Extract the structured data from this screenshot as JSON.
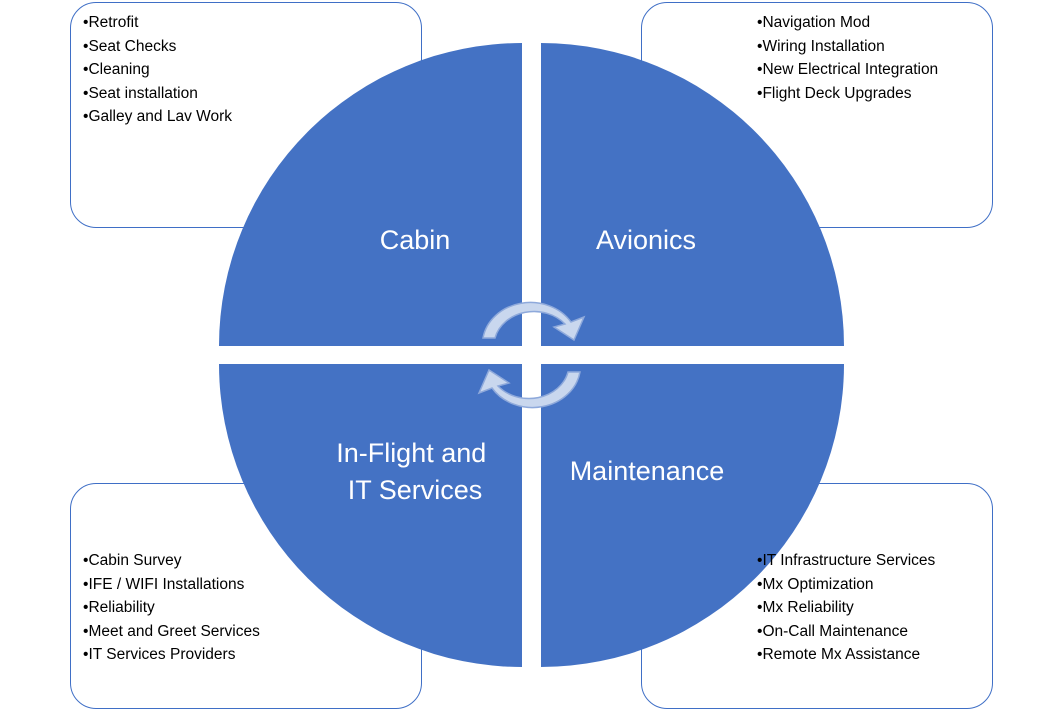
{
  "quadrants": {
    "top_left": {
      "label": [
        "Cabin"
      ]
    },
    "top_right": {
      "label": [
        "Avionics"
      ]
    },
    "bottom_left": {
      "label": [
        "In-Flight and",
        "IT Services"
      ]
    },
    "bottom_right": {
      "label": [
        "Maintenance"
      ]
    }
  },
  "boxes": {
    "top_left": {
      "items": [
        "Retrofit",
        "Seat Checks",
        "Cleaning",
        "Seat installation",
        "Galley and Lav Work"
      ]
    },
    "top_right": {
      "items": [
        "Navigation Mod",
        "Wiring Installation",
        "New Electrical Integration",
        "Flight Deck Upgrades"
      ]
    },
    "bottom_left": {
      "items": [
        "Cabin Survey",
        "IFE / WIFI Installations",
        "Reliability",
        "Meet and Greet Services",
        "IT Services Providers"
      ]
    },
    "bottom_right": {
      "items": [
        "IT Infrastructure Services",
        "Mx Optimization",
        "Mx Reliability",
        "On-Call Maintenance",
        "Remote Mx Assistance"
      ]
    }
  },
  "colors": {
    "quadrant_fill": "#4472C4",
    "box_border": "#3F6FC6",
    "arrow_fill": "#C9D7EE",
    "arrow_stroke": "#8EA9DB"
  },
  "icons": {
    "cycle_arrows": "circular-arrows-icon"
  }
}
